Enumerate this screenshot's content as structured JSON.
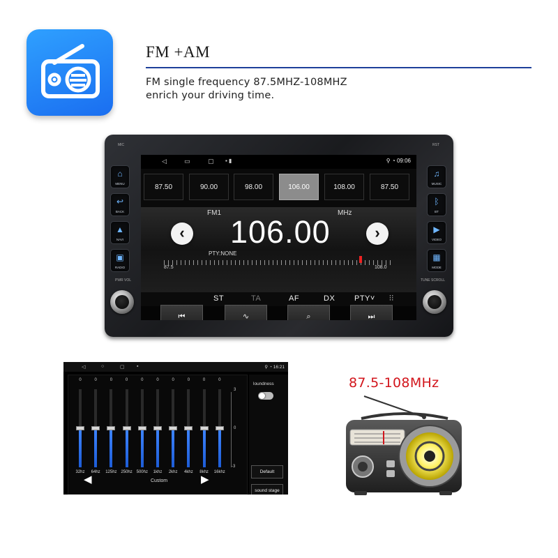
{
  "header": {
    "icon": "radio-icon",
    "title": "FM +AM",
    "subtitle_line1": "FM single frequency 87.5MHZ-108MHZ",
    "subtitle_line2": "enrich your driving time.",
    "accent_color": "#1d3f9a"
  },
  "unit": {
    "mic_label": "MIC",
    "rst_label": "RST",
    "left_buttons": [
      {
        "label": "MENU",
        "icon": "home-icon"
      },
      {
        "label": "BACK",
        "icon": "back-icon"
      },
      {
        "label": "NAVI",
        "icon": "navigation-icon"
      },
      {
        "label": "RADIO",
        "icon": "radio-icon"
      }
    ],
    "right_buttons": [
      {
        "label": "MUSIC",
        "icon": "music-note-icon"
      },
      {
        "label": "BT",
        "icon": "bluetooth-icon"
      },
      {
        "label": "VIDEO",
        "icon": "play-icon"
      },
      {
        "label": "MODE",
        "icon": "grid-icon"
      }
    ],
    "left_knob_label": "PWR VOL",
    "right_knob_label": "TUNE SCROLL",
    "screen": {
      "time": "09:06",
      "presets": [
        "87.50",
        "90.00",
        "98.00",
        "106.00",
        "108.00",
        "87.50"
      ],
      "active_preset_index": 3,
      "band": "FM1",
      "unit": "MHz",
      "frequency": "106.00",
      "pty": "PTY:NONE",
      "scale_min": "87.5",
      "scale_max": "108.0",
      "modes": [
        "ST",
        "TA",
        "AF",
        "DX",
        "PTY˅"
      ],
      "controls": [
        {
          "symbol": "⏮",
          "icon": "previous-icon"
        },
        {
          "symbol": "∿",
          "icon": "waveform-icon"
        },
        {
          "symbol": "⌕",
          "icon": "search-icon"
        },
        {
          "symbol": "⏭",
          "icon": "next-icon"
        }
      ]
    }
  },
  "equalizer": {
    "time": "16:21",
    "bands": [
      {
        "hz": "32hz",
        "value": "0"
      },
      {
        "hz": "64hz",
        "value": "0"
      },
      {
        "hz": "125hz",
        "value": "0"
      },
      {
        "hz": "250hz",
        "value": "0"
      },
      {
        "hz": "500hz",
        "value": "0"
      },
      {
        "hz": "1khz",
        "value": "0"
      },
      {
        "hz": "2khz",
        "value": "0"
      },
      {
        "hz": "4khz",
        "value": "0"
      },
      {
        "hz": "8khz",
        "value": "0"
      },
      {
        "hz": "16khz",
        "value": "0"
      }
    ],
    "axis_top": "3",
    "axis_mid": "0",
    "axis_bottom": "-3",
    "preset_name": "Custom",
    "loudness_label": "loundness",
    "loudness_on": false,
    "default_label": "Default",
    "sound_stage_label": "sound stage",
    "accent_color": "#2f74ff"
  },
  "radio_image": {
    "range": "87.5-108MHz",
    "range_color": "#d2151c"
  }
}
